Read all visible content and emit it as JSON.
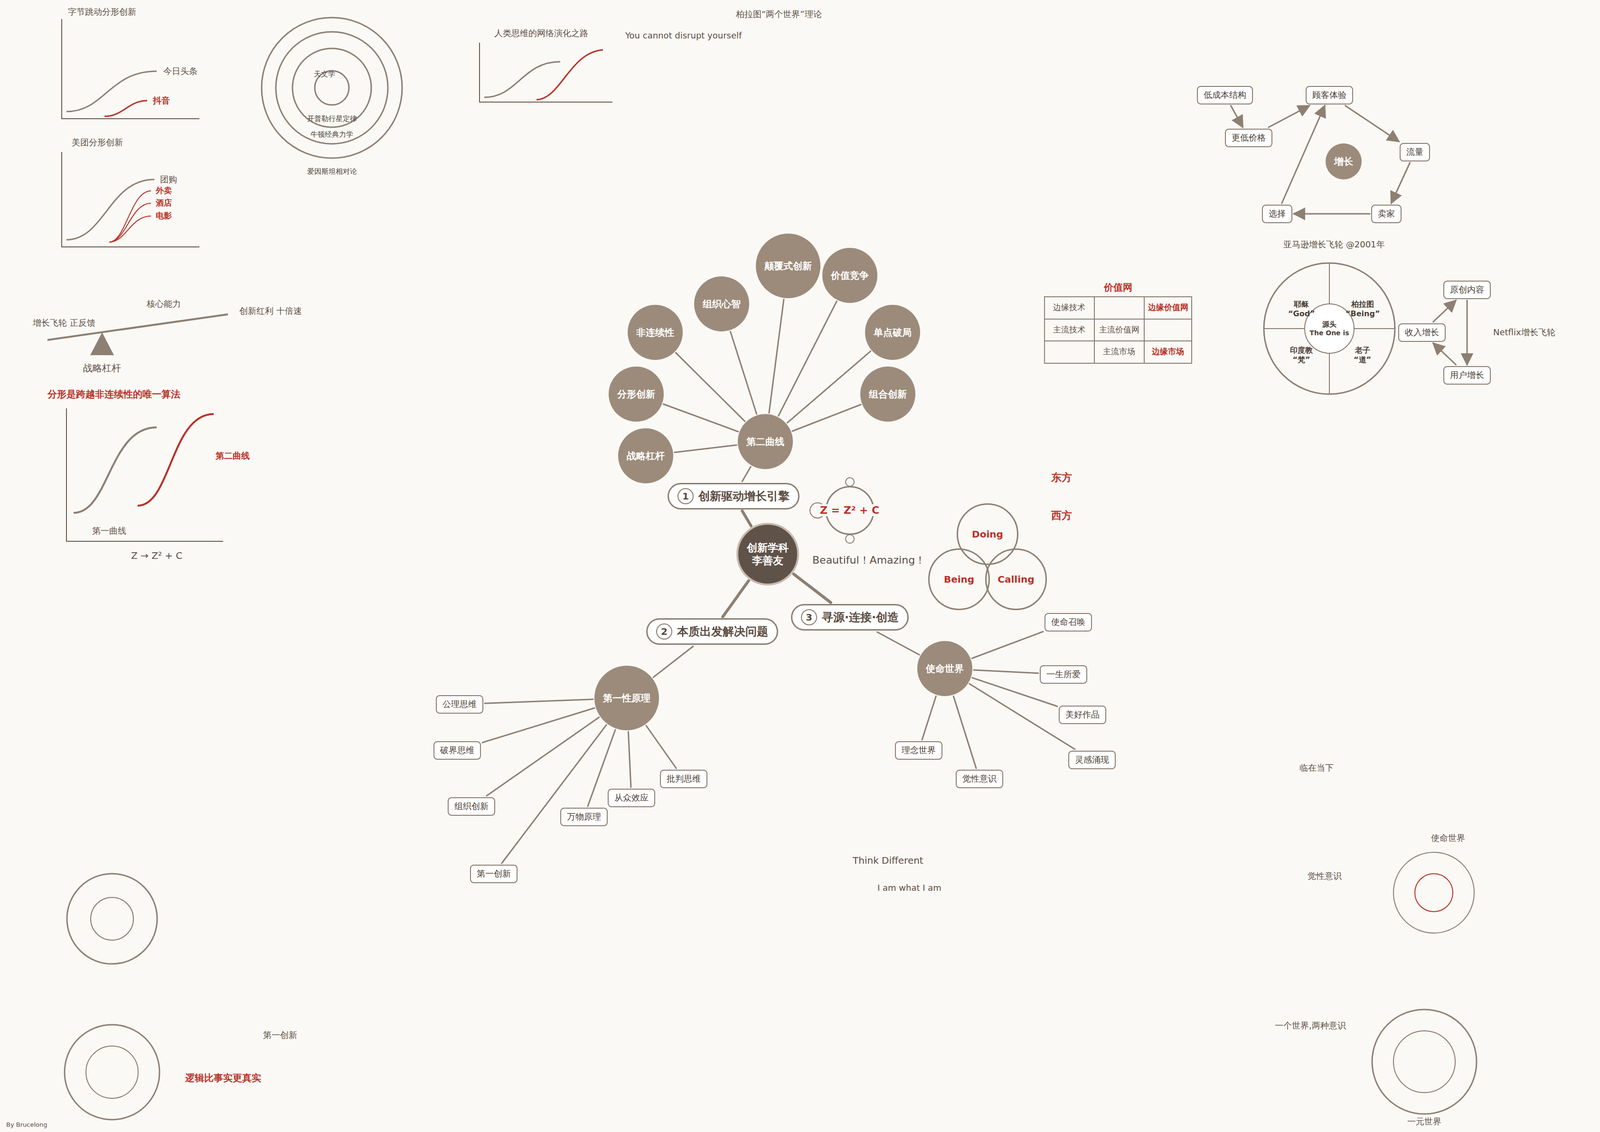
{
  "diagram": {
    "nodes": [
      {
        "text": [
          "创新学科",
          "李善友"
        ]
      },
      {
        "text": [
          "1",
          "创新驱动增长引擎"
        ]
      },
      {
        "text": [
          "2",
          "本质出发解决问题"
        ]
      },
      {
        "text": [
          "3",
          "寻源·连接·创造"
        ]
      },
      {
        "text": [
          "第二曲线"
        ]
      },
      {
        "text": [
          "组织心智"
        ]
      },
      {
        "text": [
          "颠覆式创新"
        ]
      },
      {
        "text": [
          "价值竞争"
        ]
      },
      {
        "text": [
          "单点破局"
        ]
      },
      {
        "text": [
          "组合创新"
        ]
      },
      {
        "text": [
          "非连续性"
        ]
      },
      {
        "text": [
          "分形创新"
        ]
      },
      {
        "text": [
          "战略杠杆"
        ]
      },
      {
        "text": [
          "第一性原理"
        ]
      },
      {
        "text": [
          "公理思维"
        ]
      },
      {
        "text": [
          "破界思维"
        ]
      },
      {
        "text": [
          "组织创新"
        ]
      },
      {
        "text": [
          "第一创新"
        ]
      },
      {
        "text": [
          "万物原理"
        ]
      },
      {
        "text": [
          "从众效应"
        ]
      },
      {
        "text": [
          "批判思维"
        ]
      },
      {
        "text": [
          "使命世界"
        ]
      },
      {
        "text": [
          "理念世界"
        ]
      },
      {
        "text": [
          "觉性意识"
        ]
      },
      {
        "text": [
          "美好作品"
        ]
      },
      {
        "text": [
          "灵感涌现"
        ]
      },
      {
        "text": [
          "一生所爱"
        ]
      },
      {
        "text": [
          "使命召唤"
        ]
      },
      {
        "text": [
          "Doing"
        ]
      },
      {
        "text": [
          "Being"
        ]
      },
      {
        "text": [
          "Calling"
        ]
      },
      {
        "text": [
          "源头",
          "The One is"
        ]
      },
      {
        "text": [
          "耶稣",
          "“God”"
        ],
        "in": 31
      },
      {
        "text": [
          "柏拉图",
          "“Being”"
        ],
        "in": 31
      },
      {
        "text": [
          "印度教",
          "“梵”"
        ],
        "in": 31
      },
      {
        "text": [
          "老子",
          "“道”"
        ],
        "in": 31
      },
      {
        "text": [
          "用户增长"
        ]
      },
      {
        "text": [
          "原创内容"
        ]
      },
      {
        "text": [
          "收入增长"
        ]
      },
      {
        "text": [
          "增长"
        ]
      },
      {
        "text": [
          "低成本结构"
        ]
      },
      {
        "text": [
          "更低价格"
        ]
      },
      {
        "text": [
          "顾客体验"
        ]
      },
      {
        "text": [
          "流量"
        ]
      },
      {
        "text": [
          "卖家"
        ]
      },
      {
        "text": [
          "选择"
        ]
      },
      {
        "text": [
          "爱因斯坦相对论"
        ]
      },
      {
        "text": [
          "牛顿经典力学"
        ],
        "in": 46
      },
      {
        "text": [
          "开普勒行星定律"
        ],
        "in": 47
      },
      {
        "text": [
          "天文学"
        ],
        "in": 48
      }
    ],
    "edges": [
      {
        "from": 0,
        "to": 1,
        "arrow": "none"
      },
      {
        "from": 0,
        "to": 2,
        "arrow": "none"
      },
      {
        "from": 0,
        "to": 3,
        "arrow": "none"
      },
      {
        "from": 1,
        "to": 4,
        "arrow": "none"
      },
      {
        "from": 4,
        "to": 5,
        "arrow": "none"
      },
      {
        "from": 4,
        "to": 6,
        "arrow": "none"
      },
      {
        "from": 4,
        "to": 7,
        "arrow": "none"
      },
      {
        "from": 4,
        "to": 8,
        "arrow": "none"
      },
      {
        "from": 4,
        "to": 9,
        "arrow": "none"
      },
      {
        "from": 4,
        "to": 10,
        "arrow": "none"
      },
      {
        "from": 4,
        "to": 11,
        "arrow": "none"
      },
      {
        "from": 4,
        "to": 12,
        "arrow": "none"
      },
      {
        "from": 2,
        "to": 13,
        "arrow": "none"
      },
      {
        "from": 13,
        "to": 14,
        "arrow": "none"
      },
      {
        "from": 13,
        "to": 15,
        "arrow": "none"
      },
      {
        "from": 13,
        "to": 16,
        "arrow": "none"
      },
      {
        "from": 13,
        "to": 17,
        "arrow": "none"
      },
      {
        "from": 13,
        "to": 18,
        "arrow": "none"
      },
      {
        "from": 13,
        "to": 19,
        "arrow": "none"
      },
      {
        "from": 13,
        "to": 20,
        "arrow": "none"
      },
      {
        "from": 3,
        "to": 21,
        "arrow": "none"
      },
      {
        "from": 21,
        "to": 22,
        "arrow": "none"
      },
      {
        "from": 21,
        "to": 23,
        "arrow": "none"
      },
      {
        "from": 21,
        "to": 24,
        "arrow": "none"
      },
      {
        "from": 21,
        "to": 25,
        "arrow": "none"
      },
      {
        "from": 21,
        "to": 26,
        "arrow": "none"
      },
      {
        "from": 21,
        "to": 27,
        "arrow": "none"
      },
      {
        "from": 36,
        "to": 38,
        "arrow": "to"
      },
      {
        "from": 38,
        "to": 37,
        "arrow": "to"
      },
      {
        "from": 37,
        "to": 36,
        "arrow": "to"
      },
      {
        "from": 40,
        "to": 41,
        "arrow": "to"
      },
      {
        "from": 41,
        "to": 42,
        "arrow": "to"
      },
      {
        "from": 42,
        "to": 43,
        "arrow": "to"
      },
      {
        "from": 43,
        "to": 44,
        "arrow": "to"
      },
      {
        "from": 44,
        "to": 45,
        "arrow": "to"
      },
      {
        "from": 45,
        "to": 42,
        "arrow": "to"
      }
    ],
    "labels": [
      "字节跳动分形创新",
      "今日头条",
      "抖音",
      "美团分形创新",
      "团购",
      "外卖",
      "酒店",
      "电影",
      "增长飞轮 正反馈",
      "核心能力",
      "创新红利 十倍速",
      "战略杠杆",
      "分形是跨越非连续性的唯一算法",
      "第一曲线",
      "第二曲线",
      "Z → Z² + C",
      "人类思维的网络演化之路",
      "You cannot disrupt yourself",
      "柏拉图“两个世界”理论",
      "Beautiful！Amazing！",
      "Z = Z² + C",
      "价值网",
      "边缘技术",
      "边缘价值网",
      "主流技术",
      "主流价值网",
      "主流市场",
      "边缘市场",
      "东方",
      "西方",
      "Think Different",
      "I am what I am",
      "亚马逊增长飞轮 @2001年",
      "Netflix增长飞轮",
      "一个世界,两种意识",
      "一元世界",
      "觉性意识",
      "使命世界",
      "逻辑比事实更真实",
      "第一创新",
      "By Brucelong",
      "临在当下"
    ]
  }
}
